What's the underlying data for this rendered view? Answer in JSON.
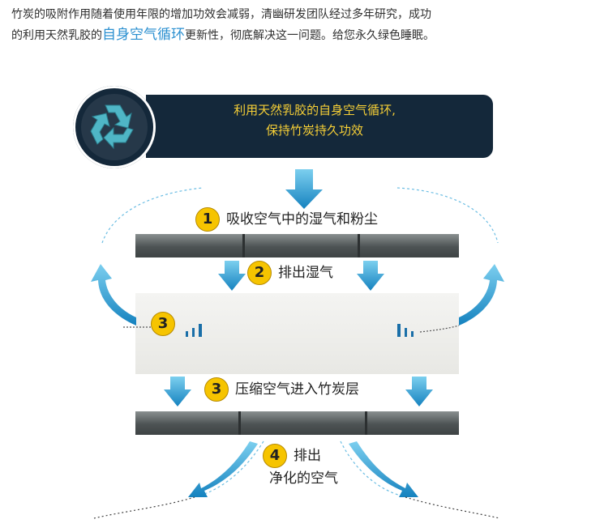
{
  "intro": {
    "line1": "竹炭的吸附作用随着使用年限的增加功效会减弱，清幽研发团队经过多年研究，成功",
    "line2_before": "的利用天然乳胶的",
    "line2_highlight": "自身空气循环",
    "line2_after": "更新性，彻底解决这一问题。给您永久绿色睡眠。"
  },
  "banner": {
    "line1": "利用天然乳胶的自身空气循环,",
    "line2": "保持竹炭持久功效",
    "icon": "recycle-icon"
  },
  "steps": [
    {
      "num": "1",
      "text": "吸收空气中的湿气和粉尘"
    },
    {
      "num": "2",
      "text": "排出湿气"
    },
    {
      "num": "3",
      "text": "压缩空气进入竹炭层"
    },
    {
      "num": "4",
      "line1": "排出",
      "line2": "净化的空气"
    }
  ],
  "side_marker": {
    "num": "3"
  },
  "colors": {
    "arrow": "#2d9ed8",
    "banner": "#14283a",
    "banner_text": "#f6cf36",
    "badge": "#f6c400",
    "highlight": "#2a8fd0"
  }
}
